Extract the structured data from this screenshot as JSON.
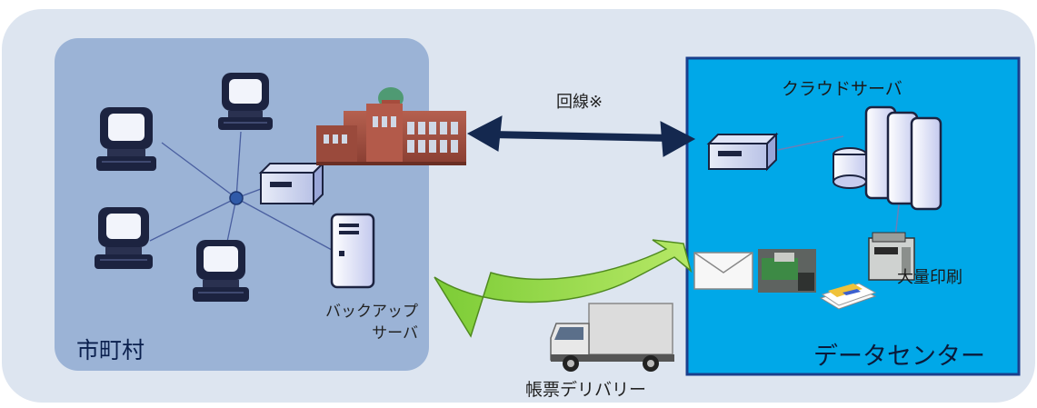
{
  "municipality": {
    "label": "市町村",
    "backup_server_label": [
      "バックアップ",
      "サーバ"
    ]
  },
  "datacenter": {
    "label": "データセンター",
    "cloud_server_label": "クラウドサーバ",
    "mass_print_label": "大量印刷"
  },
  "connection": {
    "label": "回線※"
  },
  "delivery": {
    "label": "帳票デリバリー"
  },
  "colors": {
    "outer_panel": "#dde5f0",
    "municipality_panel": "#9bb3d6",
    "datacenter_panel": "#00a8e8",
    "datacenter_border": "#1a3f8c",
    "arrow": "#14284f",
    "delivery_arrow": "#8fd24a"
  }
}
